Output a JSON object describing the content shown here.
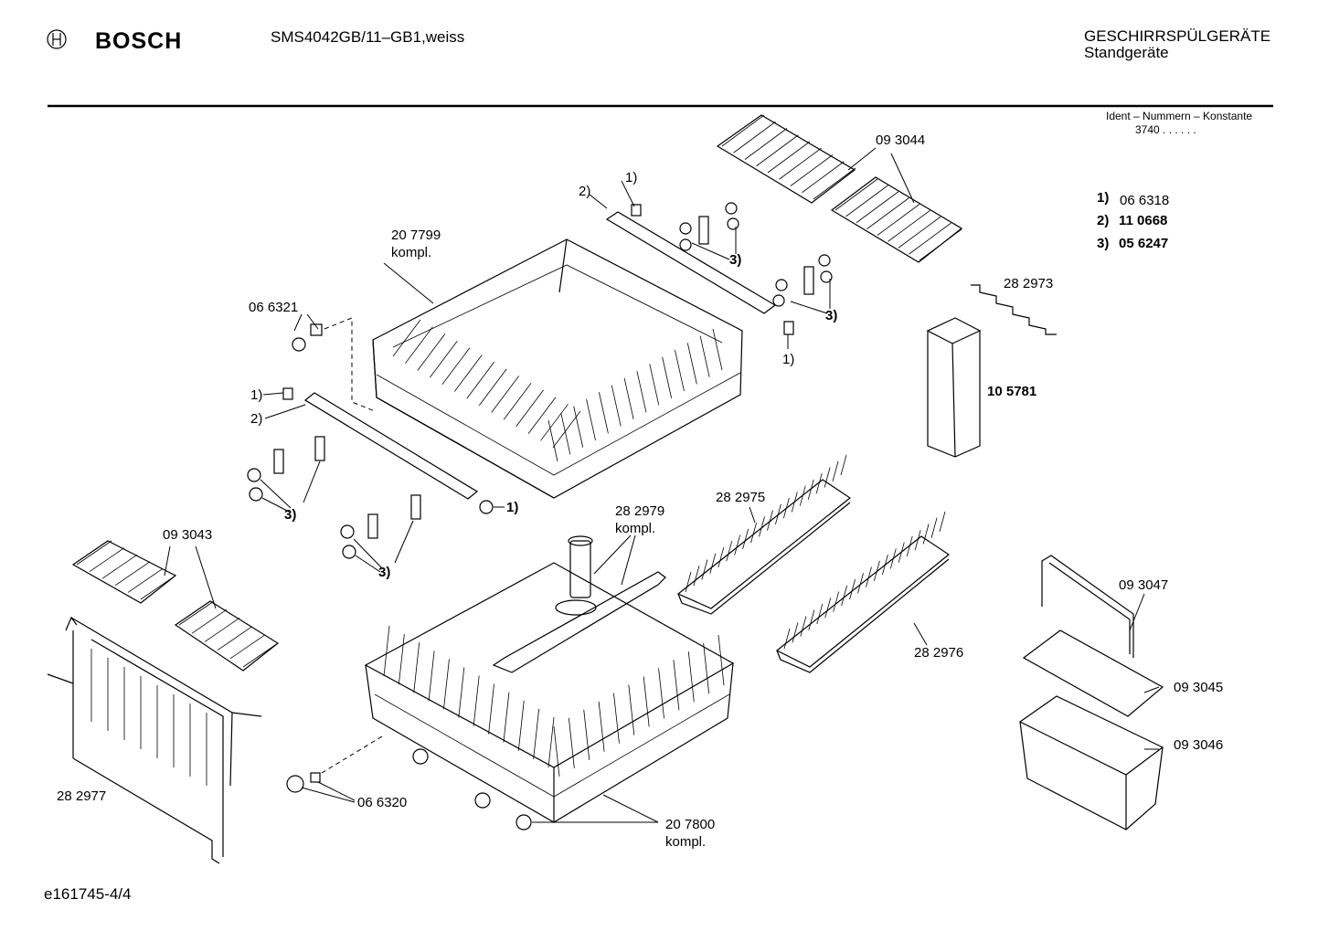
{
  "header": {
    "brand": "BOSCH",
    "model": "SMS4042GB/11–GB1,weiss",
    "category": "GESCHIRRSPÜLGERÄTE",
    "subcategory": "Standgeräte",
    "ident_title": "Ident – Nummern – Konstante",
    "ident_value": "3740  .  .  .  .  .  ."
  },
  "legend": [
    {
      "key": "1)",
      "number": "06 6318"
    },
    {
      "key": "2)",
      "number": "11 0668"
    },
    {
      "key": "3)",
      "number": "05 6247"
    }
  ],
  "parts": {
    "p093044": "09 3044",
    "p207799": "20 7799",
    "p207799_sub": "kompl.",
    "p066321": "06 6321",
    "p282973": "28 2973",
    "p105781": "10 5781",
    "p282979": "28 2979",
    "p282979_sub": "kompl.",
    "p282975": "28 2975",
    "p093043": "09 3043",
    "p093047": "09 3047",
    "p282976": "28 2976",
    "p093045": "09 3045",
    "p093046": "09 3046",
    "p282977": "28 2977",
    "p066320": "06 6320",
    "p207800": "20 7800",
    "p207800_sub": "kompl."
  },
  "callouts": {
    "c1": "1)",
    "c2": "2)",
    "c3": "3)"
  },
  "footer": {
    "doc_id": "e161745-4/4"
  }
}
